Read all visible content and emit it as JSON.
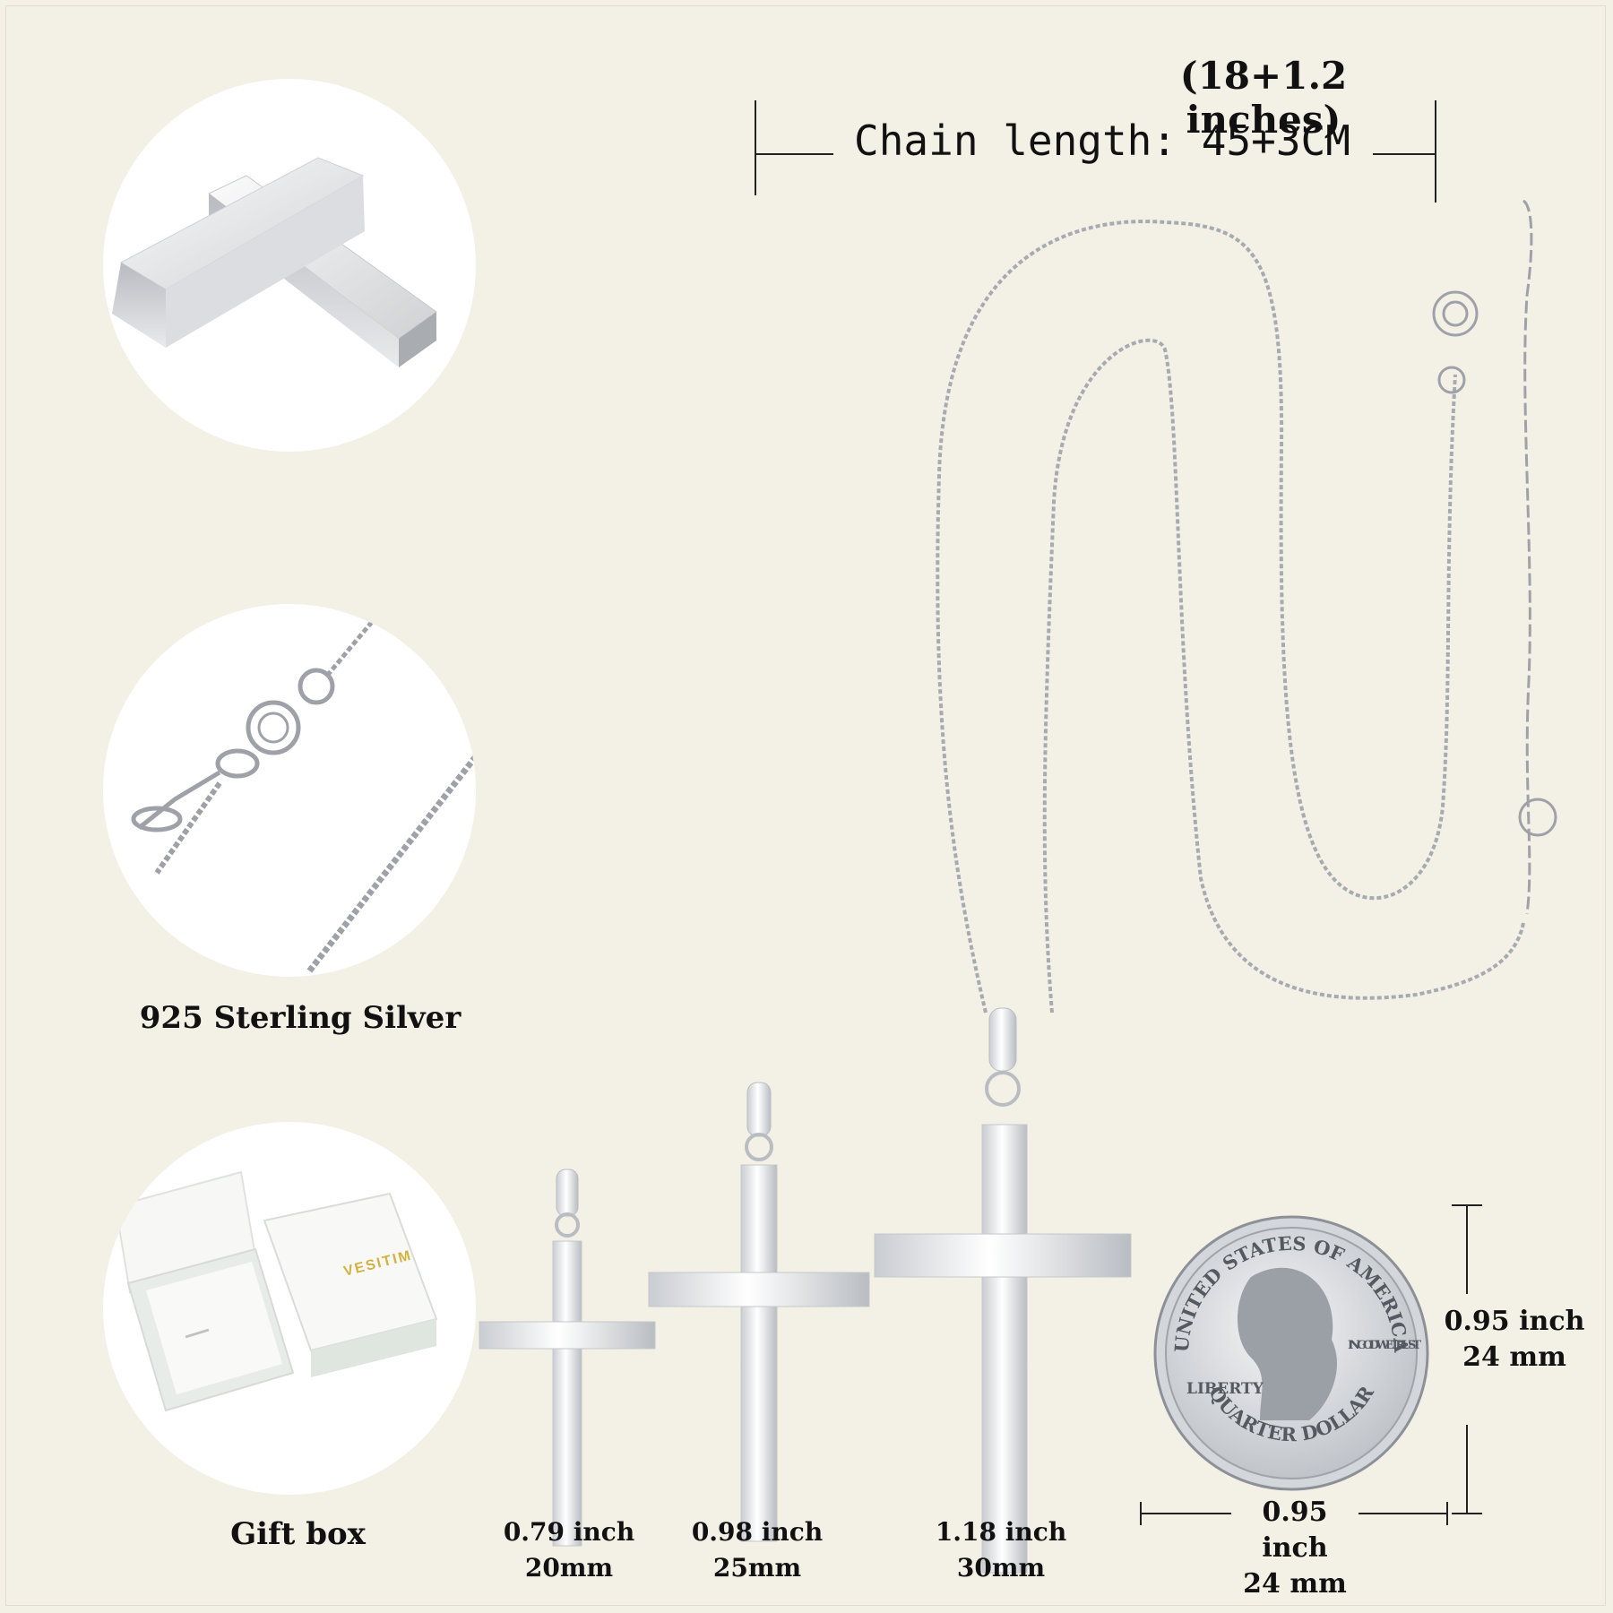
{
  "chain": {
    "length_inches": "(18+1.2 inches)",
    "length_label": "Chain length: 45+3CM"
  },
  "materials": {
    "silver_caption": "925 Sterling Silver",
    "gift_caption": "Gift box",
    "box_brand": "VESITIM"
  },
  "crosses": [
    {
      "inch": "0.79 inch",
      "mm": "20mm"
    },
    {
      "inch": "0.98 inch",
      "mm": "25mm"
    },
    {
      "inch": "1.18 inch",
      "mm": "30mm"
    }
  ],
  "coin": {
    "top_text": "UNITED STATES OF AMERICA",
    "bottom_text": "QUARTER DOLLAR",
    "liberty": "LIBERTY",
    "motto": "IN GOD WE TRUST",
    "height_inch": "0.95 inch",
    "height_mm": "24 mm",
    "width_inch": "0.95 inch",
    "width_mm": "24 mm"
  },
  "colors": {
    "background": "#f3f0e6",
    "silver": "#c9ccd1"
  }
}
